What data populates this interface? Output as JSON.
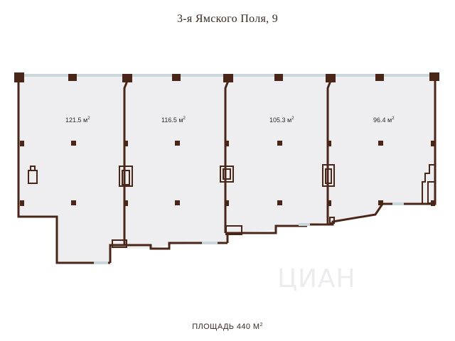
{
  "title": "3-я Ямского Поля, 9",
  "rooms": [
    {
      "area": "121.5 м",
      "unit_sup": "2"
    },
    {
      "area": "116.5 м",
      "unit_sup": "2"
    },
    {
      "area": "105.3 м",
      "unit_sup": "2"
    },
    {
      "area": "96.4 м",
      "unit_sup": "2"
    }
  ],
  "total": {
    "label": "ПЛОЩАДЬ 440 М",
    "unit_sup": "2"
  },
  "watermark": "ЦИАН",
  "colors": {
    "wall": "#4a2618",
    "floor": "#eeeef0",
    "window": "#c9d6dc"
  }
}
